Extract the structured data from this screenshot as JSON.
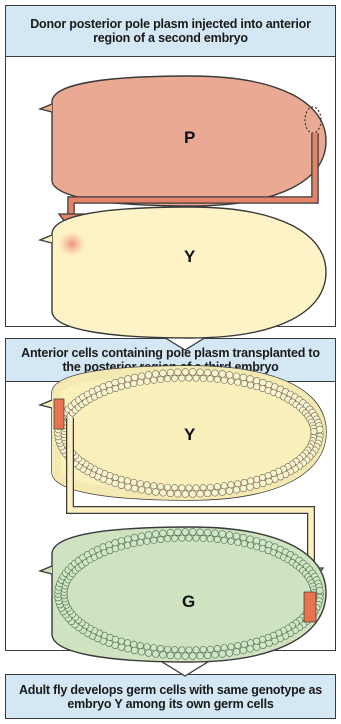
{
  "steps": [
    {
      "caption": "Donor posterior pole plasm injected into anterior region of a second embryo"
    },
    {
      "caption": "Anterior cells containing pole plasm transplanted to the posterior region of a third embryo"
    },
    {
      "caption": "Adult fly develops germ cells with same genotype as embryo Y among its own germ cells"
    }
  ],
  "embryos": {
    "donor": {
      "label": "P",
      "color": "#e9a992"
    },
    "recipient": {
      "label": "Y",
      "color": "#fdf3c6"
    },
    "recipient_cellular": {
      "label": "Y",
      "color": "#fbefbb"
    },
    "host": {
      "label": "G",
      "color": "#cfe3c0"
    }
  },
  "colors": {
    "banner": "#d3e7f5",
    "transfer_arrow_1": "#e3846a",
    "transfer_arrow_2": "#fcefc0",
    "pole_cells": "#e8734e"
  }
}
